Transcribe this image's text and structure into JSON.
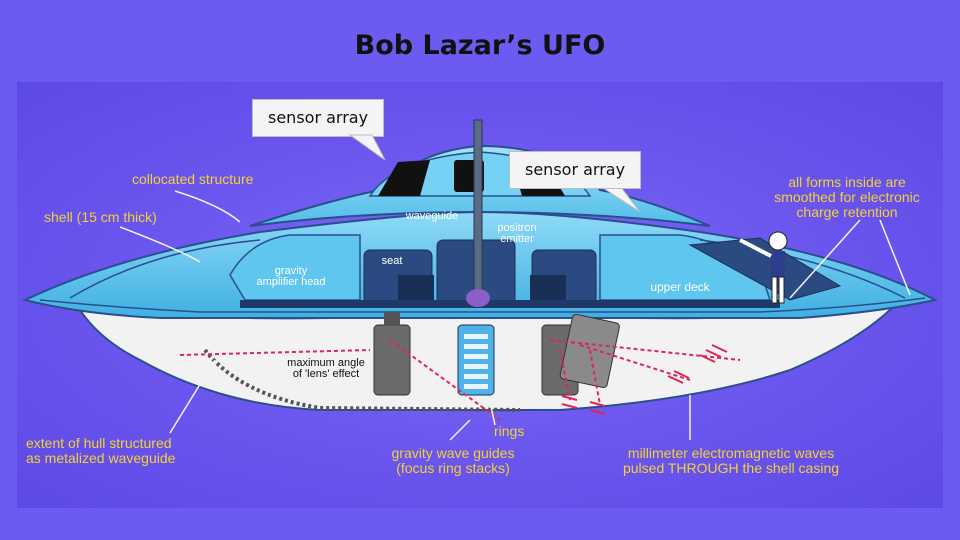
{
  "slide": {
    "title": "Bob Lazar’s UFO"
  },
  "callouts": {
    "sensor_top": "sensor array",
    "sensor_right": "sensor array"
  },
  "labels": {
    "collocated": "collocated structure",
    "shell": "shell (15 cm thick)",
    "waveguide": "waveguide",
    "positron": "positron\nemitter",
    "gravity_amp": "gravity\namplifier head",
    "seat": "seat",
    "upper_deck": "upper deck",
    "all_forms": "all forms inside are\nsmoothed for electronic\ncharge retention",
    "max_angle": "maximum angle\nof 'lens' effect",
    "rings": "rings",
    "extent": "extent of hull structured\nas metalized waveguide",
    "gravity_guides": "gravity wave guides\n(focus ring stacks)",
    "millimeter": "millimeter electromagnetic waves\npulsed THROUGH the shell casing"
  },
  "colors": {
    "background": "#6b5bf0",
    "annotation": "#f2d235",
    "hull_blue": "#5cc8f2",
    "hull_dark": "#2f4f86",
    "underside": "#f2f2f2",
    "wave_red": "#e0245a"
  },
  "icons": {
    "pilot": "pilot-figure-icon",
    "emitter": "positron-emitter-icon"
  }
}
